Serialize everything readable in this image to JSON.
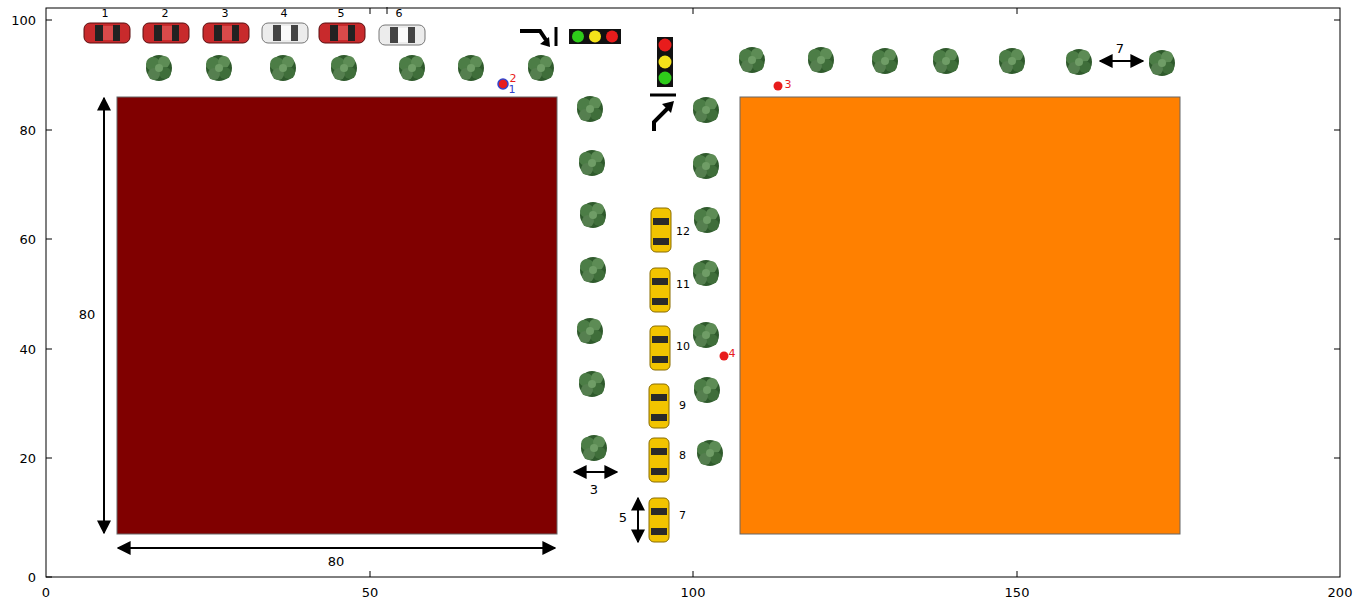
{
  "diagram": {
    "labels": [
      "0",
      "20",
      "40",
      "60",
      "80",
      "100",
      "0",
      "50",
      "100",
      "150",
      "200",
      "1",
      "2",
      "3",
      "4",
      "5",
      "6",
      "12",
      "11",
      "10",
      "9",
      "8",
      "7",
      "80",
      "80",
      "3",
      "5",
      "7",
      "2",
      "1",
      "3",
      "4"
    ]
  }
}
